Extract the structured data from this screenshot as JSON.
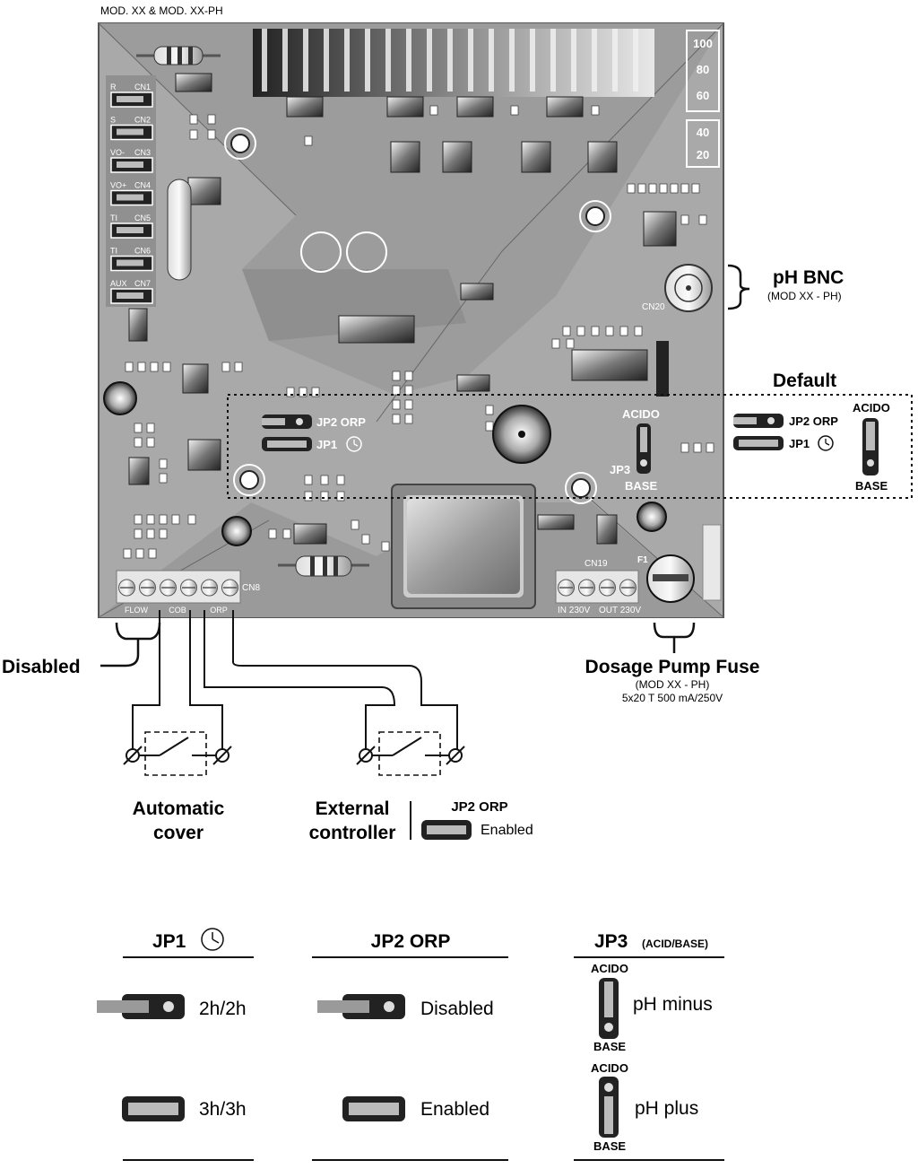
{
  "header": {
    "model": "MOD. XX & MOD. XX-PH"
  },
  "board": {
    "connectors": [
      {
        "label": "R",
        "id": "CN1"
      },
      {
        "label": "S",
        "id": "CN2"
      },
      {
        "label": "VO-",
        "id": "CN3"
      },
      {
        "label": "VO+",
        "id": "CN4"
      },
      {
        "label": "TI",
        "id": "CN5"
      },
      {
        "label": "TI",
        "id": "CN6"
      },
      {
        "label": "AUX",
        "id": "CN7"
      }
    ],
    "scale_top": [
      "100",
      "80",
      "60"
    ],
    "scale_bottom": [
      "40",
      "20"
    ],
    "cn20": "CN20",
    "cn8": "CN8",
    "cn19": "CN19",
    "f1": "F1",
    "terminals_left": [
      "FLOW",
      "COB",
      "ORP"
    ],
    "terminals_right": [
      "IN 230V",
      "OUT 230V"
    ],
    "jp2_label": "JP2 ORP",
    "jp1_label": "JP1",
    "jp3_label": "JP3",
    "acido": "ACIDO",
    "base": "BASE"
  },
  "callouts": {
    "ph_bnc": {
      "title": "pH BNC",
      "sub": "(MOD XX - PH)"
    },
    "default": {
      "title": "Default",
      "jp2": "JP2 ORP",
      "jp1": "JP1",
      "acido": "ACIDO",
      "base": "BASE"
    },
    "disabled": "Disabled",
    "fuse": {
      "title": "Dosage Pump Fuse",
      "sub": "(MOD XX - PH)",
      "spec": "5x20 T 500 mA/250V"
    },
    "automatic_cover": [
      "Automatic",
      "cover"
    ],
    "external_controller": [
      "External",
      "controller"
    ],
    "jp2_enabled": {
      "title": "JP2 ORP",
      "state": "Enabled"
    }
  },
  "legend": {
    "jp1": {
      "title": "JP1",
      "rows": [
        "2h/2h",
        "3h/3h"
      ]
    },
    "jp2": {
      "title": "JP2 ORP",
      "rows": [
        "Disabled",
        "Enabled"
      ]
    },
    "jp3": {
      "title": "JP3",
      "subtitle": "(ACID/BASE)",
      "top": "ACIDO",
      "bottom": "BASE",
      "rows": [
        "pH minus",
        "pH plus"
      ]
    }
  }
}
